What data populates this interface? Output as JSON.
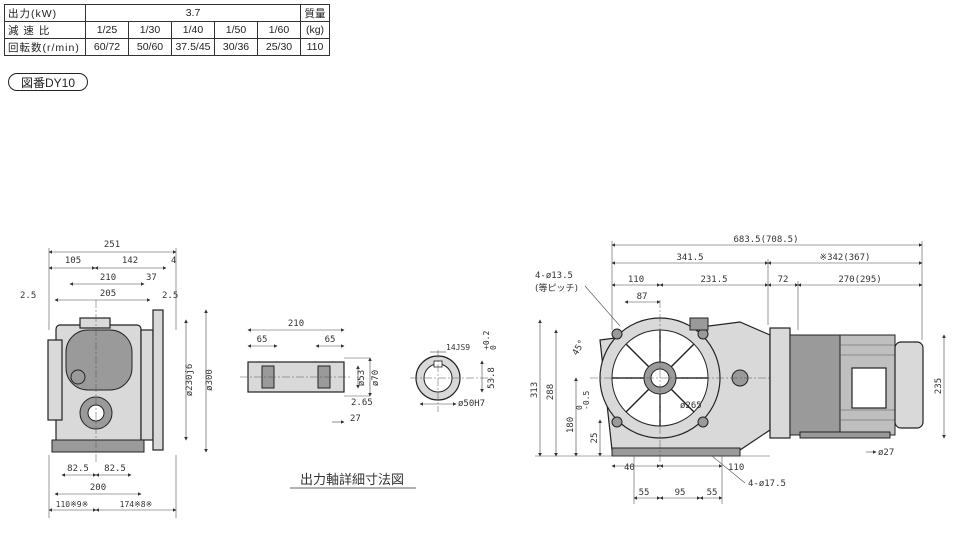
{
  "spec_table": {
    "row_output": {
      "label": "出力(kW)",
      "value": "3.7",
      "mass_label": "質量"
    },
    "row_ratio": {
      "label": "減 速 比",
      "values": [
        "1/25",
        "1/30",
        "1/40",
        "1/50",
        "1/60"
      ],
      "mass_unit": "(kg)"
    },
    "row_speed": {
      "label": "回転数(r/min)",
      "values": [
        "60/72",
        "50/60",
        "37.5/45",
        "30/36",
        "25/30"
      ],
      "mass_value": "110"
    }
  },
  "drawing_badge": "図番DY10",
  "shaft_detail_title": "出力軸詳細寸法図",
  "front_view": {
    "dims": {
      "overall_width": "251",
      "d105": "105",
      "d142": "142",
      "d4": "4",
      "d210": "210",
      "d37": "37",
      "d2_5_left": "2.5",
      "d205": "205",
      "d2_5_right": "2.5",
      "pcd": "ø230j6",
      "flange_dia": "ø300",
      "d82_5_a": "82.5",
      "d82_5_b": "82.5",
      "d200": "200",
      "d110_note": "110※9※",
      "d174_note": "174※8※"
    }
  },
  "shaft_view": {
    "dims": {
      "d210": "210",
      "d65_a": "65",
      "d65_b": "65",
      "dia53": "ø53",
      "dia70": "ø70",
      "d2_65": "2.65",
      "d27": "27"
    }
  },
  "bore_view": {
    "dims": {
      "keyway": "14JS9",
      "depth": "53.8",
      "tol_top": "+0.2",
      "tol_bottom": "0",
      "bore": "ø50H7"
    }
  },
  "side_view": {
    "dims": {
      "total": "683.5(708.5)",
      "d341_5": "341.5",
      "d342": "※342(367)",
      "d110": "110",
      "d231_5": "231.5",
      "d72": "72",
      "d270": "270(295)",
      "bolt_top": "4-ø13.5",
      "bolt_top_note": "(等ピッチ)",
      "d87": "87",
      "angle": "45°",
      "h313": "313",
      "h288": "288",
      "h180": "180",
      "h180_tol_top": "0",
      "h180_tol_bottom": "-0.5",
      "h25": "25",
      "r265": "ø265",
      "d40": "40",
      "d110_b": "110",
      "d55_a": "55",
      "d95": "95",
      "d55_b": "55",
      "bolt_bottom": "4-ø17.5",
      "h235": "235",
      "d27": "ø27"
    }
  }
}
